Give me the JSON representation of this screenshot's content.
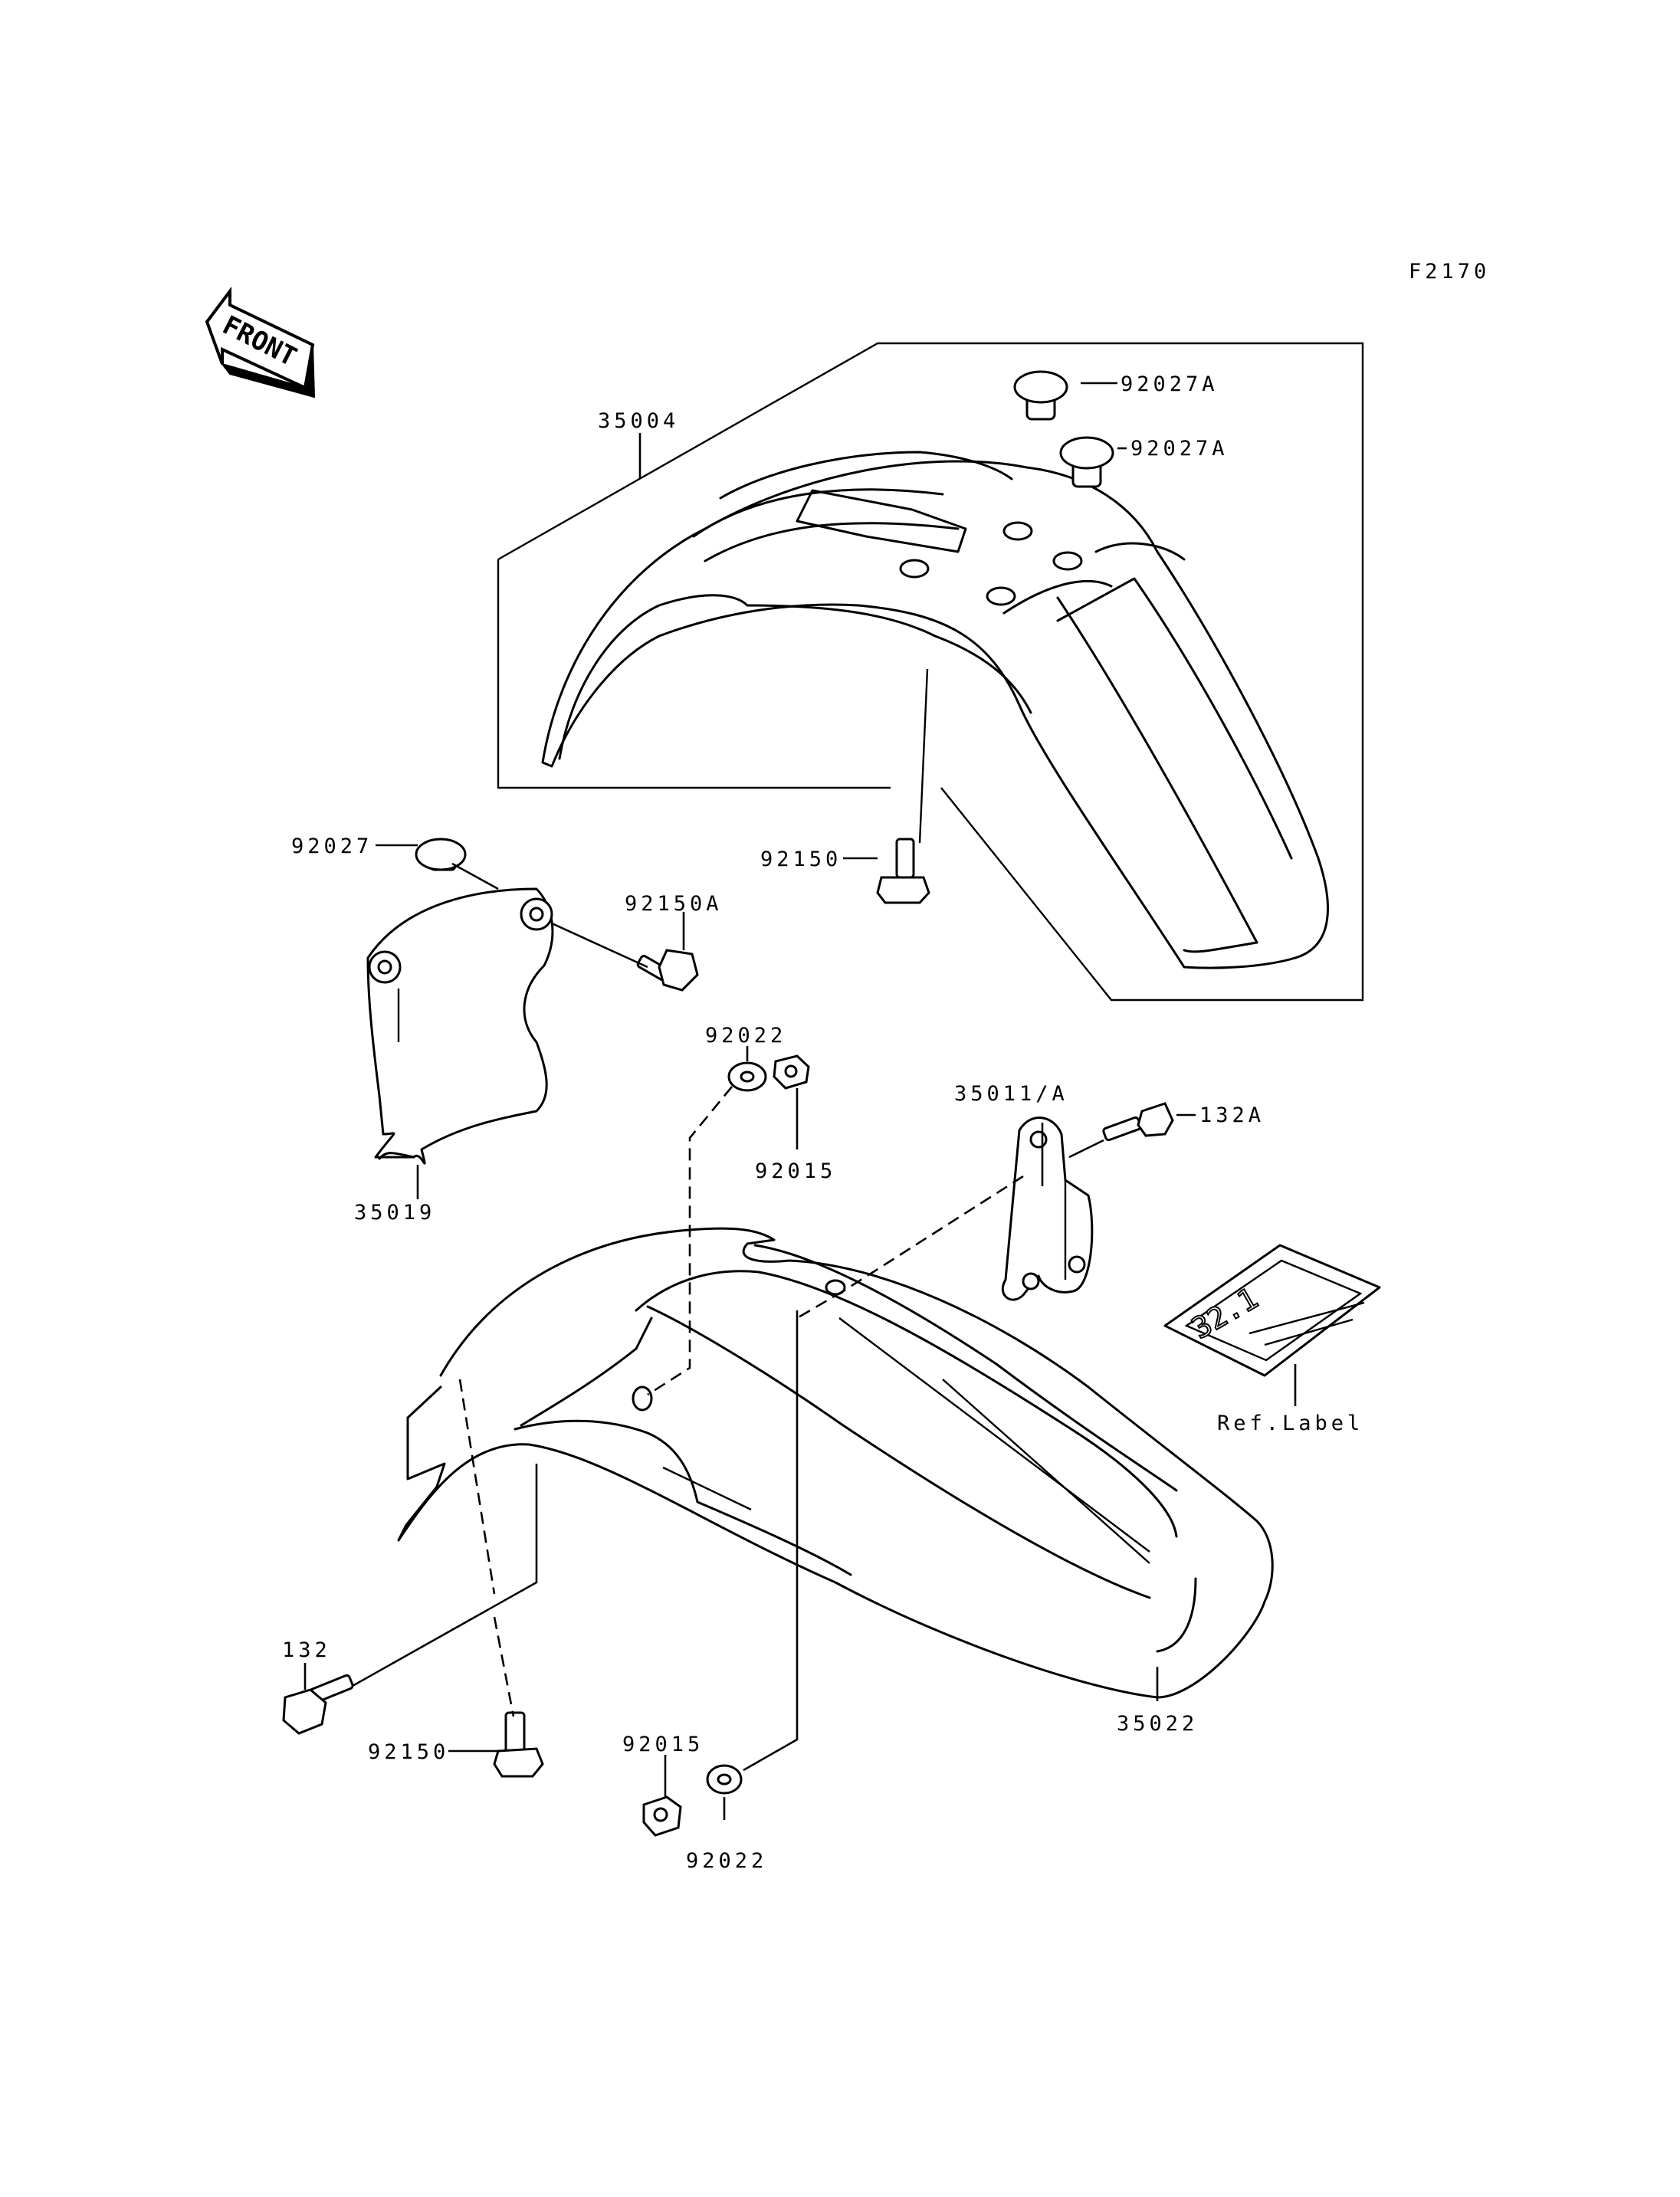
{
  "figure_code": "F2170",
  "direction_arrow": {
    "label": "FRONT",
    "icon": "front-direction-arrow-icon"
  },
  "label_plate_text": "32.1",
  "callouts": {
    "p35004": "35004",
    "p92027A_1": "92027A",
    "p92027A_2": "92027A",
    "p92027": "92027",
    "p92150_top": "92150",
    "p92150A": "92150A",
    "p92022_top": "92022",
    "p92015_top": "92015",
    "p35011A": "35011/A",
    "p132A": "132A",
    "p35019": "35019",
    "p132": "132",
    "p92150_bottom": "92150",
    "p92015_bottom": "92015",
    "p92022_bottom": "92022",
    "p35022": "35022",
    "ref_label": "Ref.Label"
  }
}
